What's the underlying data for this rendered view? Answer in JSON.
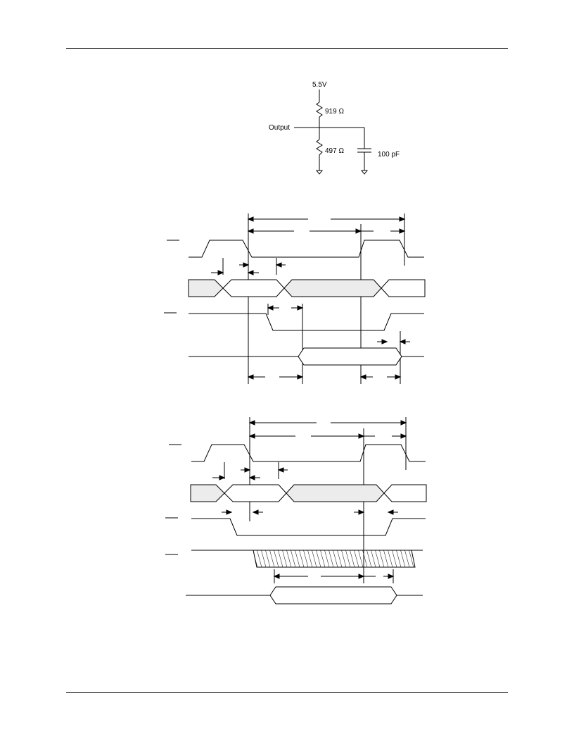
{
  "circuit": {
    "supply_label": "5.5V",
    "r_top_label": "919 Ω",
    "r_bottom_label": "497 Ω",
    "output_label": "Output",
    "cap_label": "100 pF"
  },
  "colors": {
    "line": "#000000",
    "data_fill": "#ececec"
  }
}
